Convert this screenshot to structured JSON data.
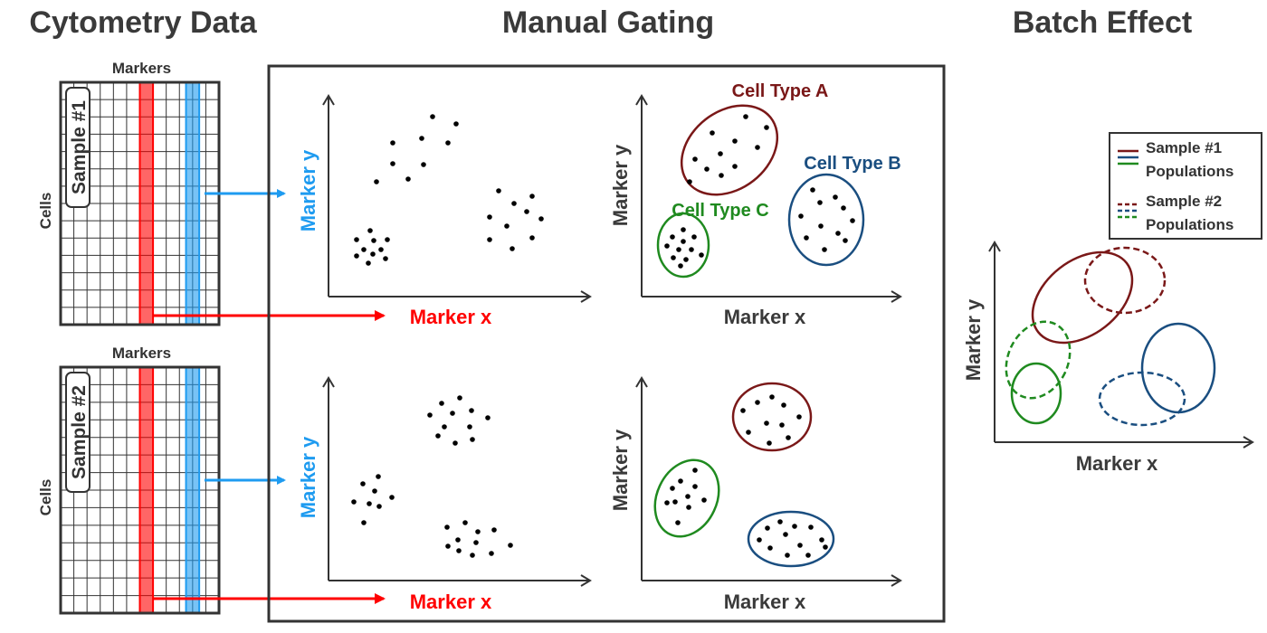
{
  "titles": {
    "cytometry": "Cytometry Data",
    "gating": "Manual Gating",
    "batch": "Batch Effect"
  },
  "tables": [
    {
      "markers_label": "Markers",
      "cells_label": "Cells",
      "sample_label": "Sample #1"
    },
    {
      "markers_label": "Markers",
      "cells_label": "Cells",
      "sample_label": "Sample #2"
    }
  ],
  "axes": {
    "marker_x": "Marker x",
    "marker_y": "Marker y"
  },
  "cell_types": {
    "a": "Cell Type A",
    "b": "Cell Type B",
    "c": "Cell Type C"
  },
  "legend": {
    "sample1_line1": "Sample #1",
    "sample1_line2": "Populations",
    "sample2_line1": "Sample #2",
    "sample2_line2": "Populations"
  },
  "colors": {
    "marker_x": "#ff0000",
    "marker_y": "#1e9bf0",
    "type_a": "#7a1818",
    "type_b": "#1a4e80",
    "type_c": "#1f8a1f",
    "text_dark": "#3a3a3a"
  }
}
